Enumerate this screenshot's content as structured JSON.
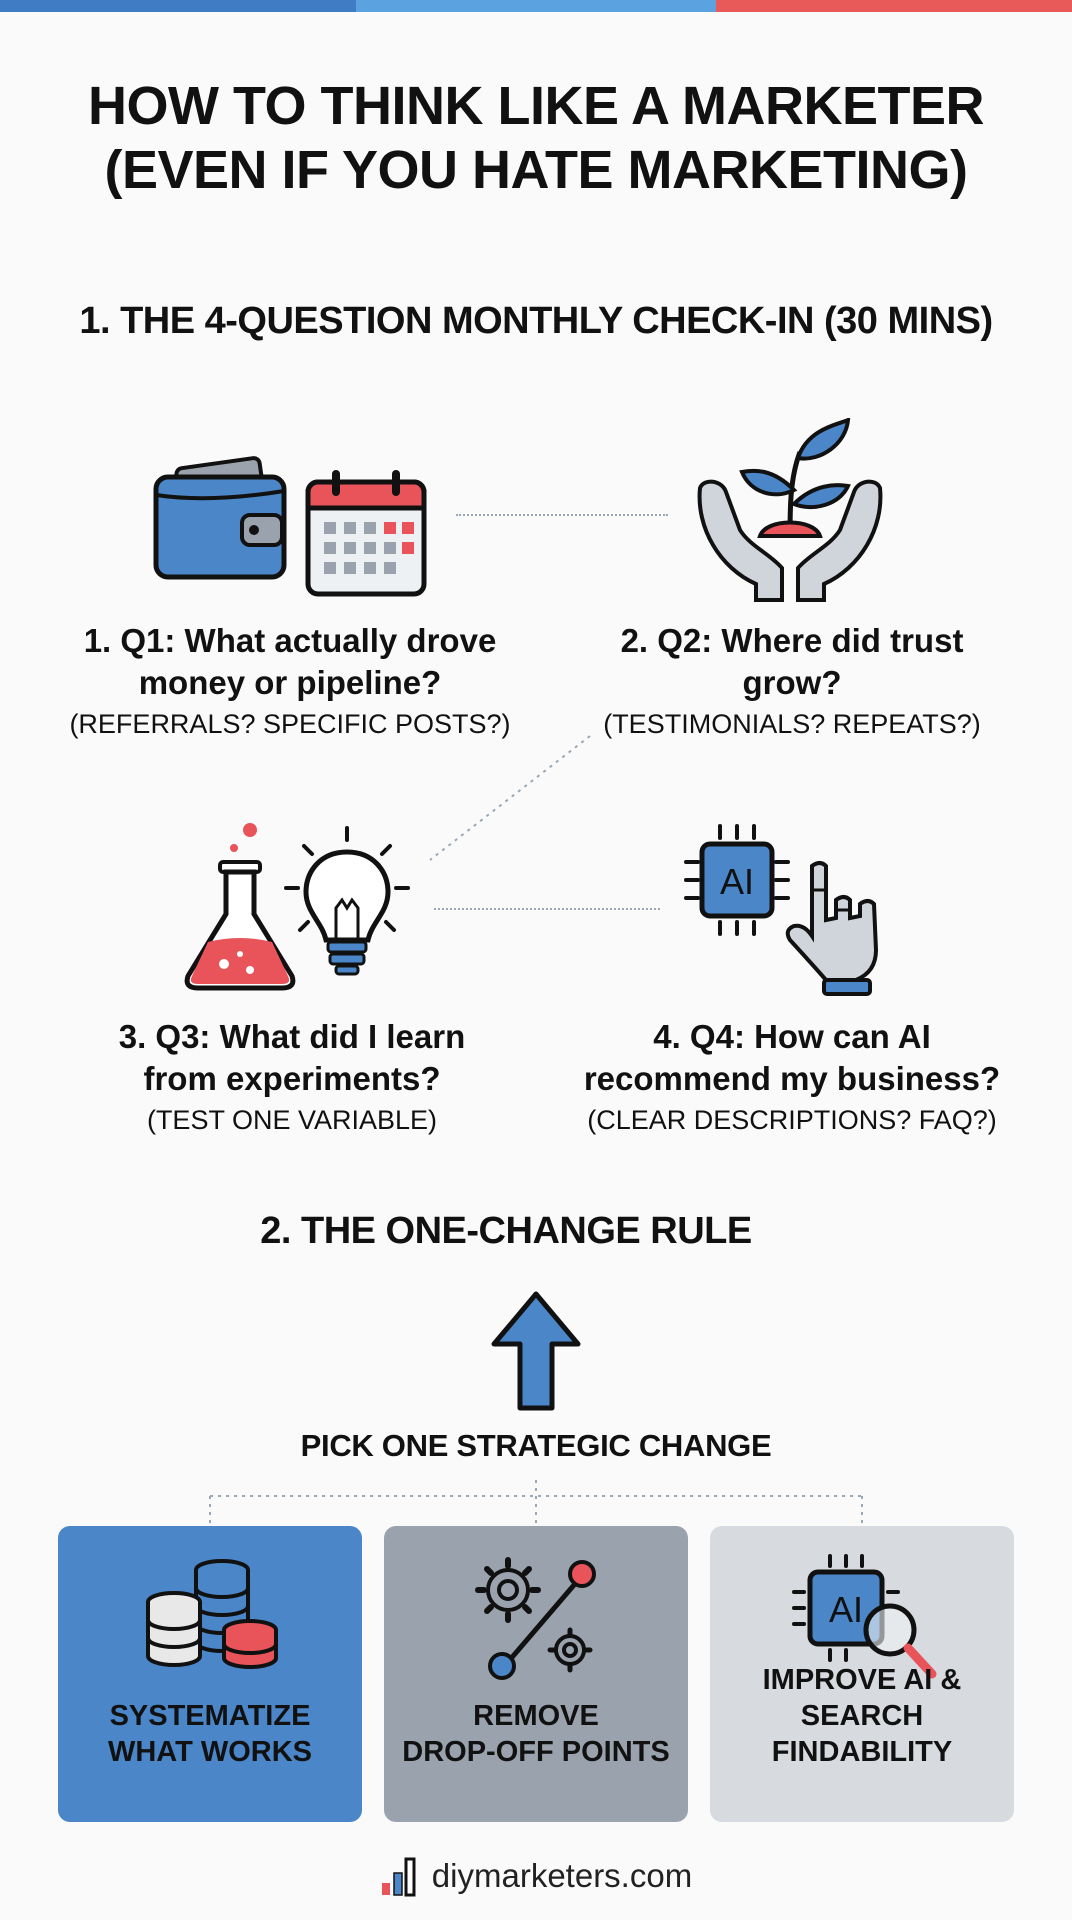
{
  "colors": {
    "blue": "#4a86c8",
    "red": "#e8545a",
    "grey_card": "#9aa3ad",
    "light_card": "#d7dbe0",
    "topbar": [
      "#3f7cc4",
      "#5aa2e0",
      "#e85a5a"
    ]
  },
  "title": {
    "line1": "HOW TO THINK LIKE A MARKETER",
    "line2": "(EVEN IF YOU HATE MARKETING)"
  },
  "section1": {
    "heading": "1. THE 4-QUESTION MONTHLY CHECK-IN (30 MINS)",
    "questions": [
      {
        "title_line1": "1. Q1: What actually drove",
        "title_line2": "money or pipeline?",
        "subtitle": "(REFERRALS? SPECIFIC POSTS?)",
        "icons": [
          "wallet-icon",
          "calendar-icon"
        ]
      },
      {
        "title_line1": "2. Q2: Where did trust",
        "title_line2": "grow?",
        "subtitle": "(TESTIMONIALS? REPEATS?)",
        "icons": [
          "hands-plant-icon"
        ]
      },
      {
        "title_line1": "3. Q3: What did I learn",
        "title_line2": "from experiments?",
        "subtitle": "(TEST ONE VARIABLE)",
        "icons": [
          "flask-icon",
          "lightbulb-icon"
        ]
      },
      {
        "title_line1": "4. Q4: How can AI",
        "title_line2": "recommend my business?",
        "subtitle": "(CLEAR DESCRIPTIONS? FAQ?)",
        "icons": [
          "ai-chip-icon",
          "robot-hand-icon"
        ]
      }
    ]
  },
  "section2": {
    "heading": "2. THE ONE-CHANGE RULE",
    "pick": "PICK ONE STRATEGIC CHANGE",
    "cards": [
      {
        "line1": "SYSTEMATIZE",
        "line2": "WHAT WORKS",
        "icon": "coin-stacks-icon"
      },
      {
        "line1": "REMOVE",
        "line2": "DROP-OFF POINTS",
        "icon": "gears-path-icon"
      },
      {
        "line1": "IMPROVE AI &",
        "line2": "SEARCH FINDABILITY",
        "icon": "ai-search-icon"
      }
    ]
  },
  "footer": {
    "url": "diymarketers.com",
    "icon": "bar-chart-logo-icon"
  }
}
